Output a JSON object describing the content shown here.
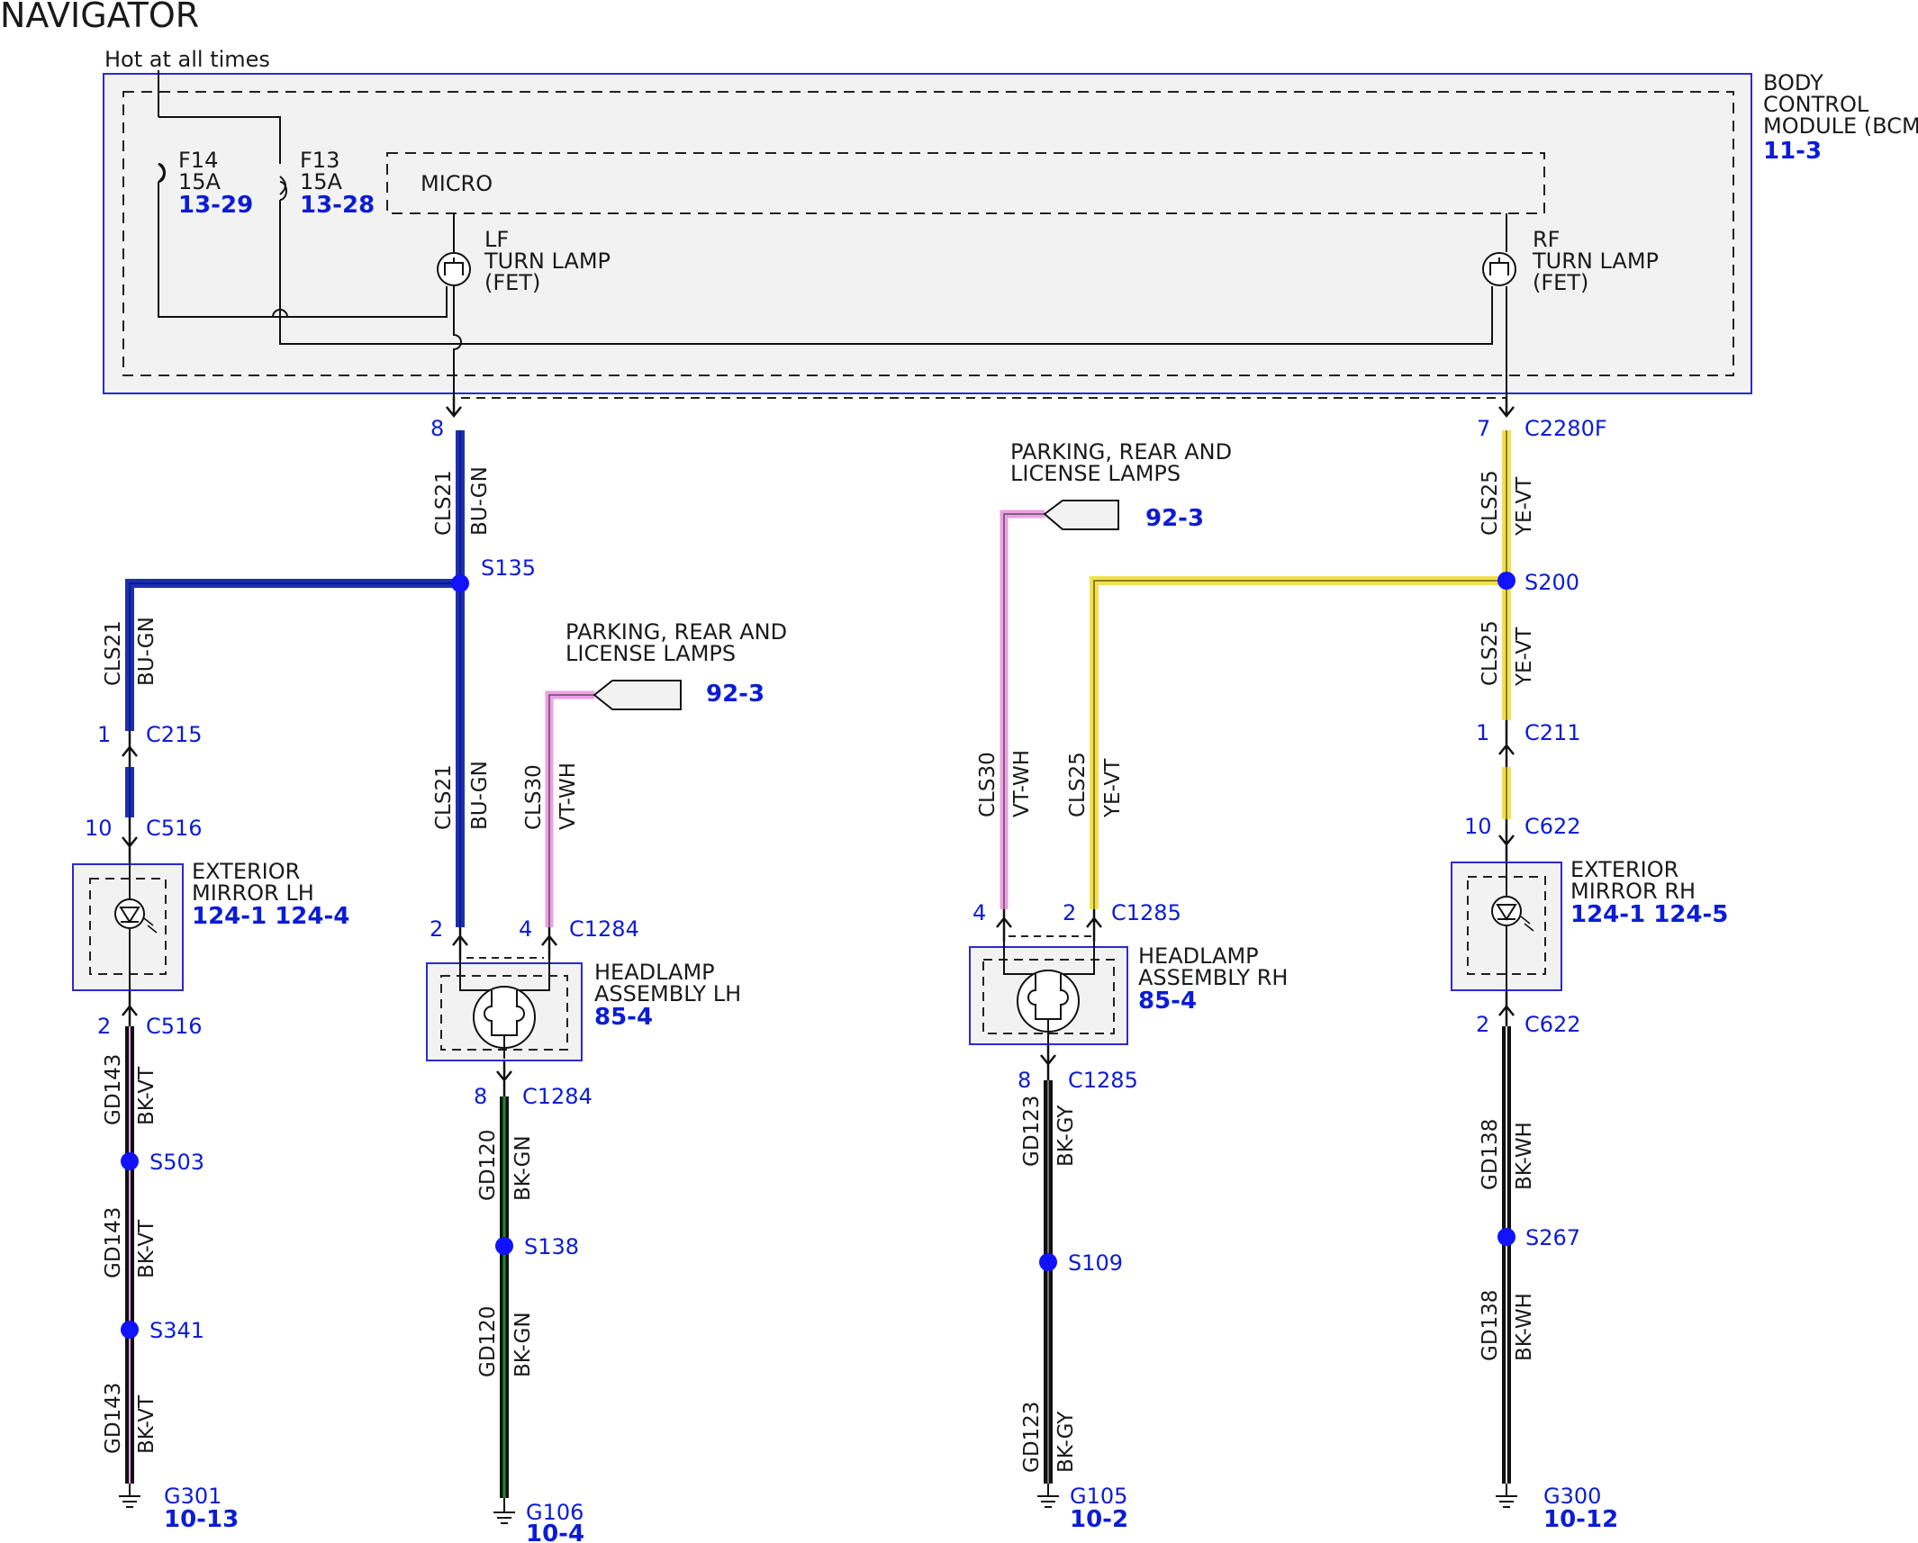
{
  "title": "NAVIGATOR",
  "power_label": "Hot at all times",
  "bcm": {
    "name_lines": [
      "BODY",
      "CONTROL",
      "MODULE (BCM)"
    ],
    "ref": "11-3",
    "micro_label": "MICRO",
    "fuses": [
      {
        "name": "F14",
        "rating": "15A",
        "ref": "13-29"
      },
      {
        "name": "F13",
        "rating": "15A",
        "ref": "13-28"
      }
    ],
    "lf_fet": [
      "LF",
      "TURN LAMP",
      "(FET)"
    ],
    "rf_fet": [
      "RF",
      "TURN LAMP",
      "(FET)"
    ]
  },
  "connectors": {
    "bcm_lf_pin": "8",
    "bcm_rf_pin": "7",
    "bcm_rf_conn": "C2280F",
    "c215_pin": "1",
    "c215": "C215",
    "c516_top_pin": "10",
    "c516_top": "C516",
    "c516_bot_pin": "2",
    "c516_bot": "C516",
    "c1284_pin_a": "2",
    "c1284_pin_b": "4",
    "c1284": "C1284",
    "c1284_bot_pin": "8",
    "c1284_bot": "C1284",
    "c1285_pin_a": "4",
    "c1285_pin_b": "2",
    "c1285": "C1285",
    "c1285_bot_pin": "8",
    "c1285_bot": "C1285",
    "c211_pin": "1",
    "c211": "C211",
    "c622_top_pin": "10",
    "c622_top": "C622",
    "c622_bot_pin": "2",
    "c622_bot": "C622"
  },
  "splices": [
    "S135",
    "S200",
    "S503",
    "S341",
    "S138",
    "S109",
    "S267"
  ],
  "wires": {
    "cls21": "CLS21",
    "bu_gn": "BU-GN",
    "cls30": "CLS30",
    "vt_wh": "VT-WH",
    "cls25": "CLS25",
    "ye_vt": "YE-VT",
    "gd143": "GD143",
    "bk_vt": "BK-VT",
    "gd120": "GD120",
    "bk_gn": "BK-GN",
    "gd123": "GD123",
    "bk_gy": "BK-GY",
    "gd138": "GD138",
    "bk_wh": "BK-WH"
  },
  "components": {
    "mirror_lh": {
      "lines": [
        "EXTERIOR",
        "MIRROR LH"
      ],
      "ref": "124-1 124-4"
    },
    "mirror_rh": {
      "lines": [
        "EXTERIOR",
        "MIRROR RH"
      ],
      "ref": "124-1 124-5"
    },
    "headlamp_lh": {
      "lines": [
        "HEADLAMP",
        "ASSEMBLY LH"
      ],
      "ref": "85-4"
    },
    "headlamp_rh": {
      "lines": [
        "HEADLAMP",
        "ASSEMBLY RH"
      ],
      "ref": "85-4"
    },
    "parking_left": {
      "lines": [
        "PARKING, REAR AND",
        "LICENSE LAMPS"
      ],
      "ref": "92-3"
    },
    "parking_right": {
      "lines": [
        "PARKING, REAR AND",
        "LICENSE LAMPS"
      ],
      "ref": "92-3"
    }
  },
  "grounds": [
    {
      "name": "G301",
      "ref": "10-13"
    },
    {
      "name": "G106",
      "ref": "10-4"
    },
    {
      "name": "G105",
      "ref": "10-2"
    },
    {
      "name": "G300",
      "ref": "10-12"
    }
  ],
  "colors": {
    "blue_wire": "#1c2fb0",
    "green_stripe": "#1f8a2a",
    "yellow_wire": "#f2e052",
    "violet_wire": "#ee9ee6",
    "black_wire": "#111111",
    "connector_text": "#0b1cd6",
    "module_fill": "#f2f2f2",
    "module_border": "#2a2ad0"
  }
}
